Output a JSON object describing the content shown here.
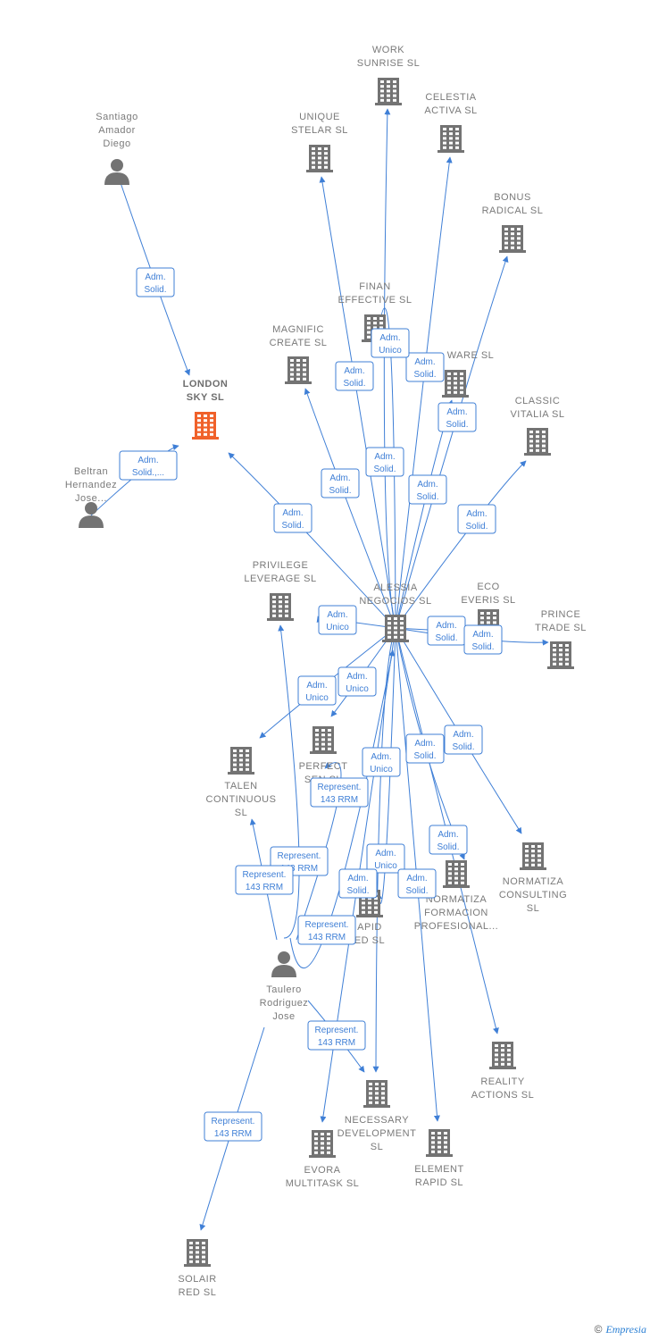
{
  "diagram": {
    "nodes": [
      {
        "id": "santiago",
        "type": "person",
        "lines": [
          "Santiago",
          "Amador",
          "Diego"
        ]
      },
      {
        "id": "london",
        "type": "company",
        "focus": true,
        "lines": [
          "LONDON",
          "SKY  SL"
        ]
      },
      {
        "id": "beltran",
        "type": "person",
        "lines": [
          "Beltran",
          "Hernandez",
          "Jose..."
        ]
      },
      {
        "id": "work",
        "type": "company",
        "lines": [
          "WORK",
          "SUNRISE  SL"
        ]
      },
      {
        "id": "celestia",
        "type": "company",
        "lines": [
          "CELESTIA",
          "ACTIVA  SL"
        ]
      },
      {
        "id": "unique",
        "type": "company",
        "lines": [
          "UNIQUE",
          "STELAR  SL"
        ]
      },
      {
        "id": "bonus",
        "type": "company",
        "lines": [
          "BONUS",
          "RADICAL  SL"
        ]
      },
      {
        "id": "finan",
        "type": "company",
        "lines": [
          "FINAN",
          "EFFECTIVE  SL"
        ]
      },
      {
        "id": "magnific",
        "type": "company",
        "lines": [
          "MAGNIFIC",
          "CREATE  SL"
        ]
      },
      {
        "id": "ware",
        "type": "company",
        "lines": [
          "WARE  SL"
        ]
      },
      {
        "id": "classic",
        "type": "company",
        "lines": [
          "CLASSIC",
          "VITALIA  SL"
        ]
      },
      {
        "id": "privilege",
        "type": "company",
        "lines": [
          "PRIVILEGE",
          "LEVERAGE  SL"
        ]
      },
      {
        "id": "alessia",
        "type": "company",
        "lines": [
          "ALESSIA",
          "NEGOCIOS  SL"
        ]
      },
      {
        "id": "eco",
        "type": "company",
        "lines": [
          "ECO",
          "EVERIS  SL"
        ]
      },
      {
        "id": "prince",
        "type": "company",
        "lines": [
          "PRINCE",
          "TRADE  SL"
        ]
      },
      {
        "id": "perfect",
        "type": "company",
        "lines": [
          "PERFECT",
          "SEN  SL"
        ]
      },
      {
        "id": "talent",
        "type": "company",
        "lines": [
          "TALEN",
          "CONTINUOUS",
          "SL"
        ]
      },
      {
        "id": "normatiza_consulting",
        "type": "company",
        "lines": [
          "NORMATIZA",
          "CONSULTING",
          "SL"
        ]
      },
      {
        "id": "normatiza_formacion",
        "type": "company",
        "lines": [
          "NORMATIZA",
          "FORMACION",
          "PROFESIONAL..."
        ]
      },
      {
        "id": "rapid_ed",
        "type": "company",
        "lines": [
          "APID",
          "ED  SL"
        ]
      },
      {
        "id": "taulero",
        "type": "person",
        "lines": [
          "Taulero",
          "Rodriguez",
          "Jose"
        ]
      },
      {
        "id": "reality",
        "type": "company",
        "lines": [
          "REALITY",
          "ACTIONS  SL"
        ]
      },
      {
        "id": "necessary",
        "type": "company",
        "lines": [
          "NECESSARY",
          "DEVELOPMENT",
          "SL"
        ]
      },
      {
        "id": "evora",
        "type": "company",
        "lines": [
          "EVORA",
          "MULTITASK  SL"
        ]
      },
      {
        "id": "element",
        "type": "company",
        "lines": [
          "ELEMENT",
          "RAPID  SL"
        ]
      },
      {
        "id": "solair",
        "type": "company",
        "lines": [
          "SOLAIR",
          "RED  SL"
        ]
      }
    ],
    "edges": [
      {
        "from": "santiago",
        "to": "london",
        "lines": [
          "Adm.",
          "Solid."
        ]
      },
      {
        "from": "beltran",
        "to": "london",
        "lines": [
          "Adm.",
          "Solid.,..."
        ]
      },
      {
        "from": "alessia",
        "to": "london",
        "lines": [
          "Adm.",
          "Solid."
        ]
      },
      {
        "from": "alessia",
        "to": "work",
        "lines": [
          "Adm.",
          "Solid."
        ]
      },
      {
        "from": "alessia",
        "to": "celestia",
        "lines": [
          "Adm.",
          "Solid."
        ]
      },
      {
        "from": "alessia",
        "to": "unique",
        "lines": [
          "Adm.",
          "Solid."
        ]
      },
      {
        "from": "alessia",
        "to": "bonus",
        "lines": [
          "Adm.",
          "Solid."
        ]
      },
      {
        "from": "alessia",
        "to": "finan",
        "lines": [
          "Adm.",
          "Unico"
        ]
      },
      {
        "from": "alessia",
        "to": "magnific",
        "lines": [
          "Adm.",
          "Solid."
        ]
      },
      {
        "from": "alessia",
        "to": "ware",
        "lines": [
          "Adm.",
          "Solid."
        ]
      },
      {
        "from": "alessia",
        "to": "classic",
        "lines": [
          "Adm.",
          "Solid."
        ]
      },
      {
        "from": "alessia",
        "to": "privilege",
        "lines": [
          "Adm.",
          "Unico"
        ]
      },
      {
        "from": "alessia",
        "to": "eco",
        "lines": [
          "Adm.",
          "Solid."
        ]
      },
      {
        "from": "alessia",
        "to": "prince",
        "lines": [
          "Adm.",
          "Solid."
        ]
      },
      {
        "from": "alessia",
        "to": "talent",
        "lines": [
          "Adm.",
          "Unico"
        ]
      },
      {
        "from": "alessia",
        "to": "perfect",
        "lines": [
          "Adm.",
          "Unico"
        ]
      },
      {
        "from": "alessia",
        "to": "normatiza_consulting",
        "lines": [
          "Adm.",
          "Solid."
        ]
      },
      {
        "from": "alessia",
        "to": "normatiza_formacion",
        "lines": [
          "Adm.",
          "Solid."
        ]
      },
      {
        "from": "alessia",
        "to": "rapid_ed",
        "lines": [
          "Adm.",
          "Unico"
        ]
      },
      {
        "from": "alessia",
        "to": "reality",
        "lines": [
          "Adm.",
          "Solid."
        ]
      },
      {
        "from": "alessia",
        "to": "necessary",
        "lines": [
          "Adm.",
          "Unico"
        ]
      },
      {
        "from": "alessia",
        "to": "evora",
        "lines": [
          "Adm.",
          "Solid."
        ]
      },
      {
        "from": "alessia",
        "to": "element",
        "lines": [
          "Adm.",
          "Solid."
        ]
      },
      {
        "from": "taulero",
        "to": "alessia",
        "lines": [
          "Represent.",
          "143 RRM"
        ]
      },
      {
        "from": "taulero",
        "to": "privilege",
        "lines": [
          "Represent.",
          "143 RRM"
        ]
      },
      {
        "from": "taulero",
        "to": "talent",
        "lines": [
          "Represent.",
          "143 RRM"
        ]
      },
      {
        "from": "taulero",
        "to": "perfect",
        "lines": [
          "Represent.",
          "143 RRM"
        ]
      },
      {
        "from": "taulero",
        "to": "necessary",
        "lines": [
          "Represent.",
          "143 RRM"
        ]
      },
      {
        "from": "taulero",
        "to": "solair",
        "lines": [
          "Represent.",
          "143 RRM"
        ]
      }
    ]
  },
  "credit": {
    "copyright": "©",
    "brand": "Empresia"
  },
  "colors": {
    "edge": "#3f7fd6",
    "icon": "#737373",
    "focus": "#f0612a",
    "label": "#7a7a7a"
  }
}
